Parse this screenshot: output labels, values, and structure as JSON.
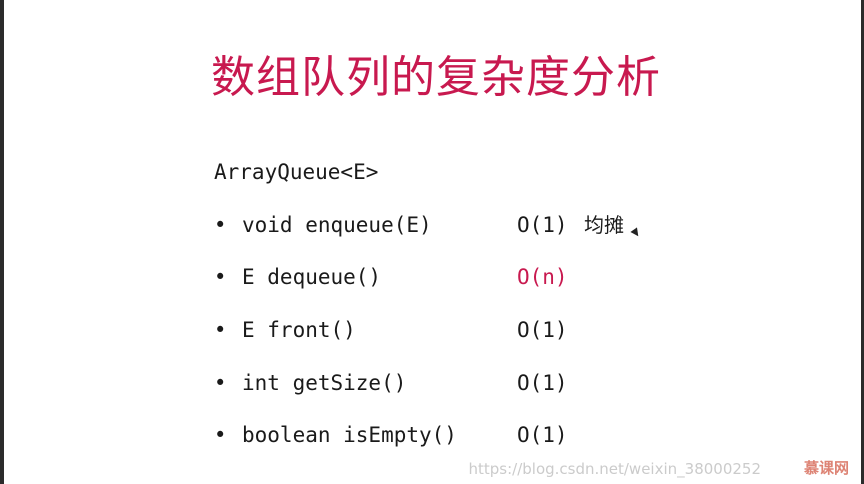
{
  "slide": {
    "title": "数组队列的复杂度分析",
    "class_signature": "ArrayQueue<E>",
    "bullet_glyph": "•",
    "rows": [
      {
        "method": "void enqueue(E)",
        "complexity": "O(1)",
        "note": "均摊"
      },
      {
        "method": "E dequeue()",
        "complexity": "O(n)",
        "note": ""
      },
      {
        "method": "E front()",
        "complexity": "O(1)",
        "note": ""
      },
      {
        "method": "int getSize()",
        "complexity": "O(1)",
        "note": ""
      },
      {
        "method": "boolean isEmpty()",
        "complexity": "O(1)",
        "note": ""
      }
    ]
  },
  "colors": {
    "accent": "#c8194f",
    "text": "#1a1a1a",
    "background": "#ffffff"
  },
  "overlay": {
    "watermark": "https://blog.csdn.net/weixin_38000252",
    "brand": "慕课网"
  }
}
